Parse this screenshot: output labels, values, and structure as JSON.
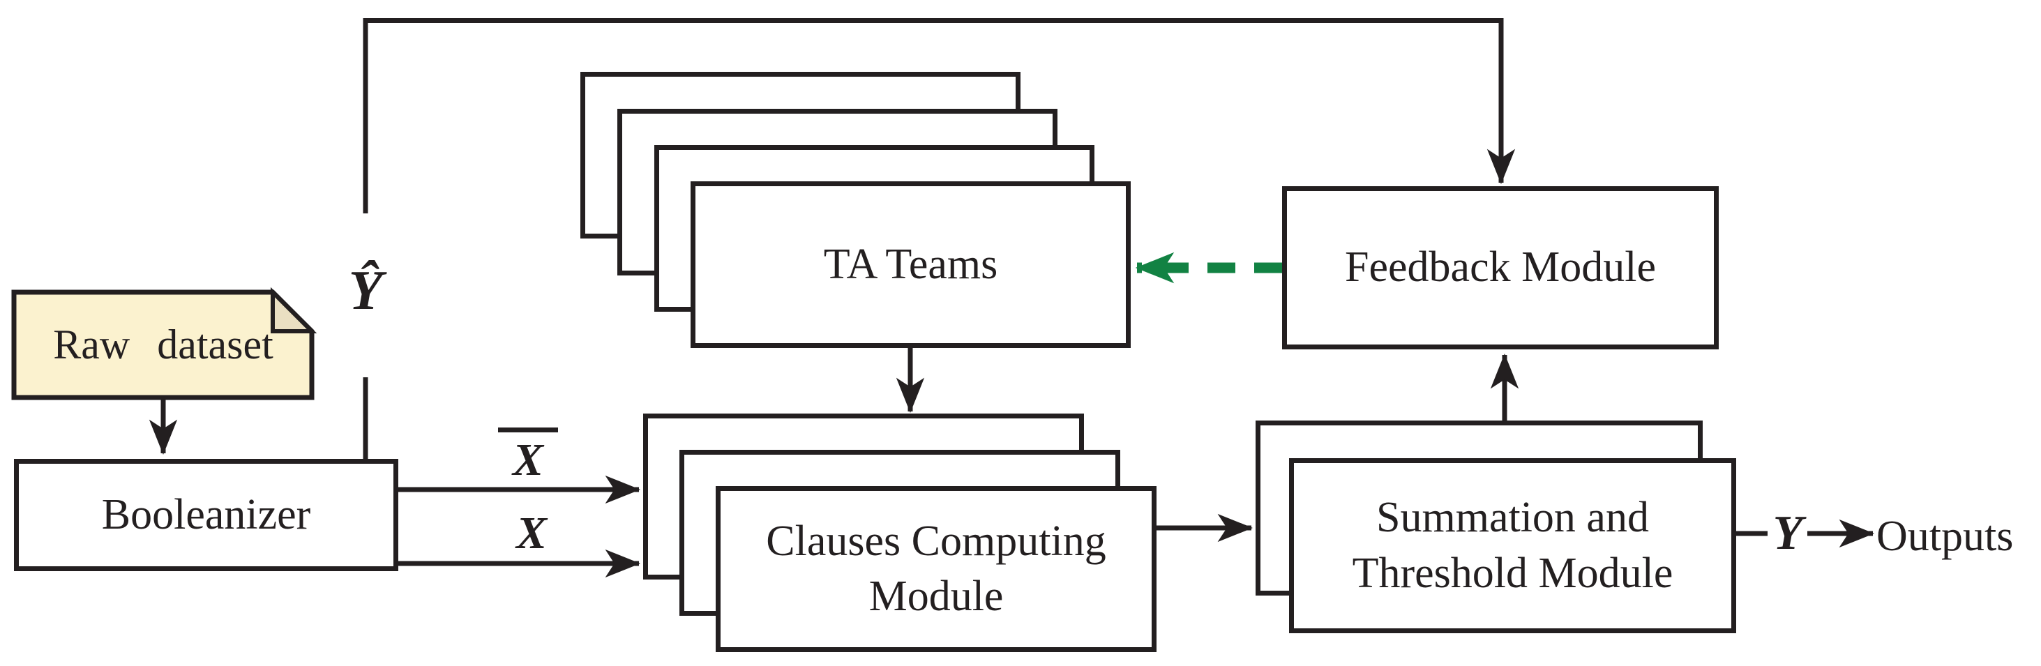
{
  "diagram": {
    "nodes": {
      "raw_dataset": {
        "label": "Raw dataset",
        "shape": "note"
      },
      "booleanizer": {
        "label": "Booleanizer",
        "shape": "rect"
      },
      "ta_teams": {
        "label": "TA Teams",
        "shape": "stacked-rect",
        "stack_count": 4
      },
      "clauses_computing": {
        "label_line1": "Clauses Computing",
        "label_line2": "Module",
        "shape": "stacked-rect",
        "stack_count": 3
      },
      "summation_threshold": {
        "label_line1": "Summation and",
        "label_line2": "Threshold Module",
        "shape": "stacked-rect",
        "stack_count": 2
      },
      "feedback": {
        "label": "Feedback Module",
        "shape": "rect"
      }
    },
    "signal_labels": {
      "y_hat": "Ŷ",
      "x_negated_base": "X",
      "x": "X",
      "y": "Y",
      "outputs": "Outputs"
    },
    "connections": {
      "booleanizer_to_feedback_loop": "solid arrow, up and over top into Feedback Module",
      "raw_dataset_to_booleanizer": "solid arrow down",
      "booleanizer_to_clauses_x_negated": "solid arrow right, labeled X-bar",
      "booleanizer_to_clauses_x": "solid arrow right, labeled X",
      "ta_teams_to_clauses": "solid arrow down",
      "clauses_to_summation": "solid arrow right",
      "summation_to_feedback": "solid arrow up",
      "summation_to_outputs": "line, Y label, arrow to Outputs",
      "feedback_to_ta_teams": "green dashed arrow left"
    },
    "colors": {
      "stroke": "#231F20",
      "feedback_arrow_green": "#128243",
      "note_fill": "#FBF2CF",
      "note_fold_fill": "#EADFC2",
      "box_fill": "#FFFFFF",
      "background": "#FFFFFF"
    }
  }
}
